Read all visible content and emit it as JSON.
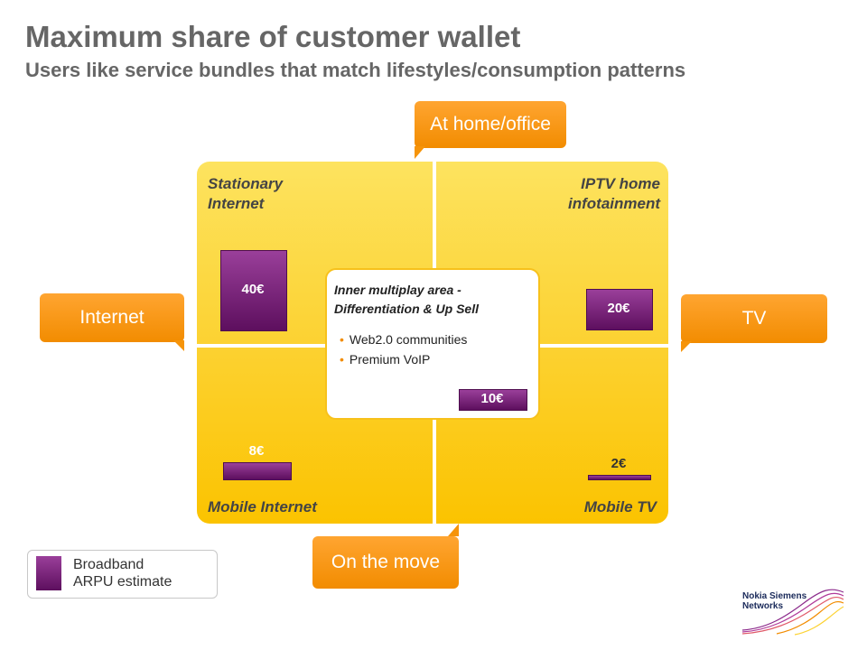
{
  "title": "Maximum share of customer wallet",
  "subtitle": "Users like service bundles that match lifestyles/consumption patterns",
  "callouts": {
    "top": "At home/office",
    "left": "Internet",
    "right": "TV",
    "bottom": "On the move"
  },
  "quadrants": {
    "top_left_line1": "Stationary",
    "top_left_line2": "Internet",
    "top_right_line1": "IPTV home",
    "top_right_line2": "infotainment",
    "bottom_left": "Mobile Internet",
    "bottom_right": "Mobile TV"
  },
  "chart_data": {
    "type": "bar",
    "categories": [
      "Stationary Internet",
      "IPTV home infotainment",
      "Inner multiplay area",
      "Mobile Internet",
      "Mobile TV"
    ],
    "values": [
      40,
      20,
      10,
      8,
      2
    ],
    "value_labels": [
      "40€",
      "20€",
      "10€",
      "8€",
      "2€"
    ]
  },
  "inner_box": {
    "heading_line1": "Inner multiplay area -",
    "heading_line2": "Differentiation & Up Sell",
    "bullets": [
      "Web2.0 communities",
      "Premium VoIP"
    ],
    "bullet_glyph": "•"
  },
  "legend": {
    "line1": "Broadband",
    "line2": "ARPU estimate"
  },
  "logo": {
    "line1": "Nokia Siemens",
    "line2": "Networks"
  },
  "colors": {
    "accent_orange": "#f28c00",
    "bar_purple": "#7a2a7b",
    "quadrant_yellow": "#fcd232"
  }
}
